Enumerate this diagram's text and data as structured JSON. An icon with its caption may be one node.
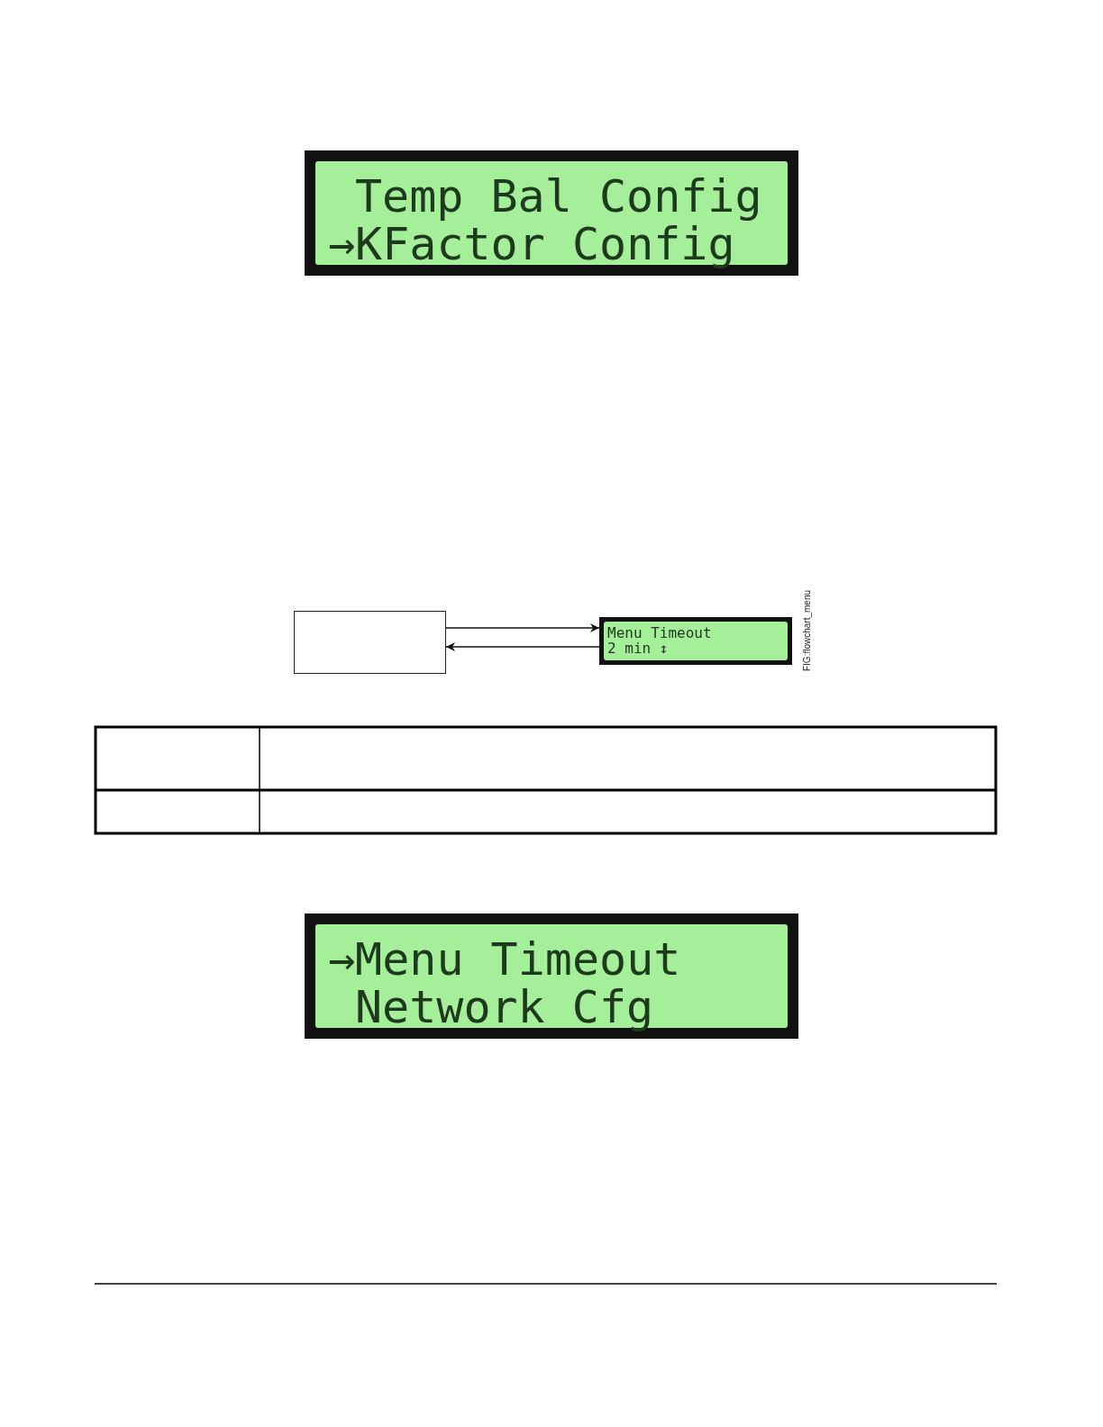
{
  "diagram": {
    "nodes": [
      {
        "text": [],
        "shape": "box"
      },
      {
        "text": [
          "Menu Timeout",
          "2 min ↕"
        ]
      }
    ],
    "edges": [
      {
        "from": 0,
        "to": 1,
        "arrow": "to"
      },
      {
        "from": 1,
        "to": 0,
        "arrow": "to"
      }
    ],
    "labels": [
      "Temp Bal Config",
      "→KFactor Config",
      "FIG:flowchart_menu",
      "→Menu Timeout",
      "Network Cfg"
    ]
  }
}
